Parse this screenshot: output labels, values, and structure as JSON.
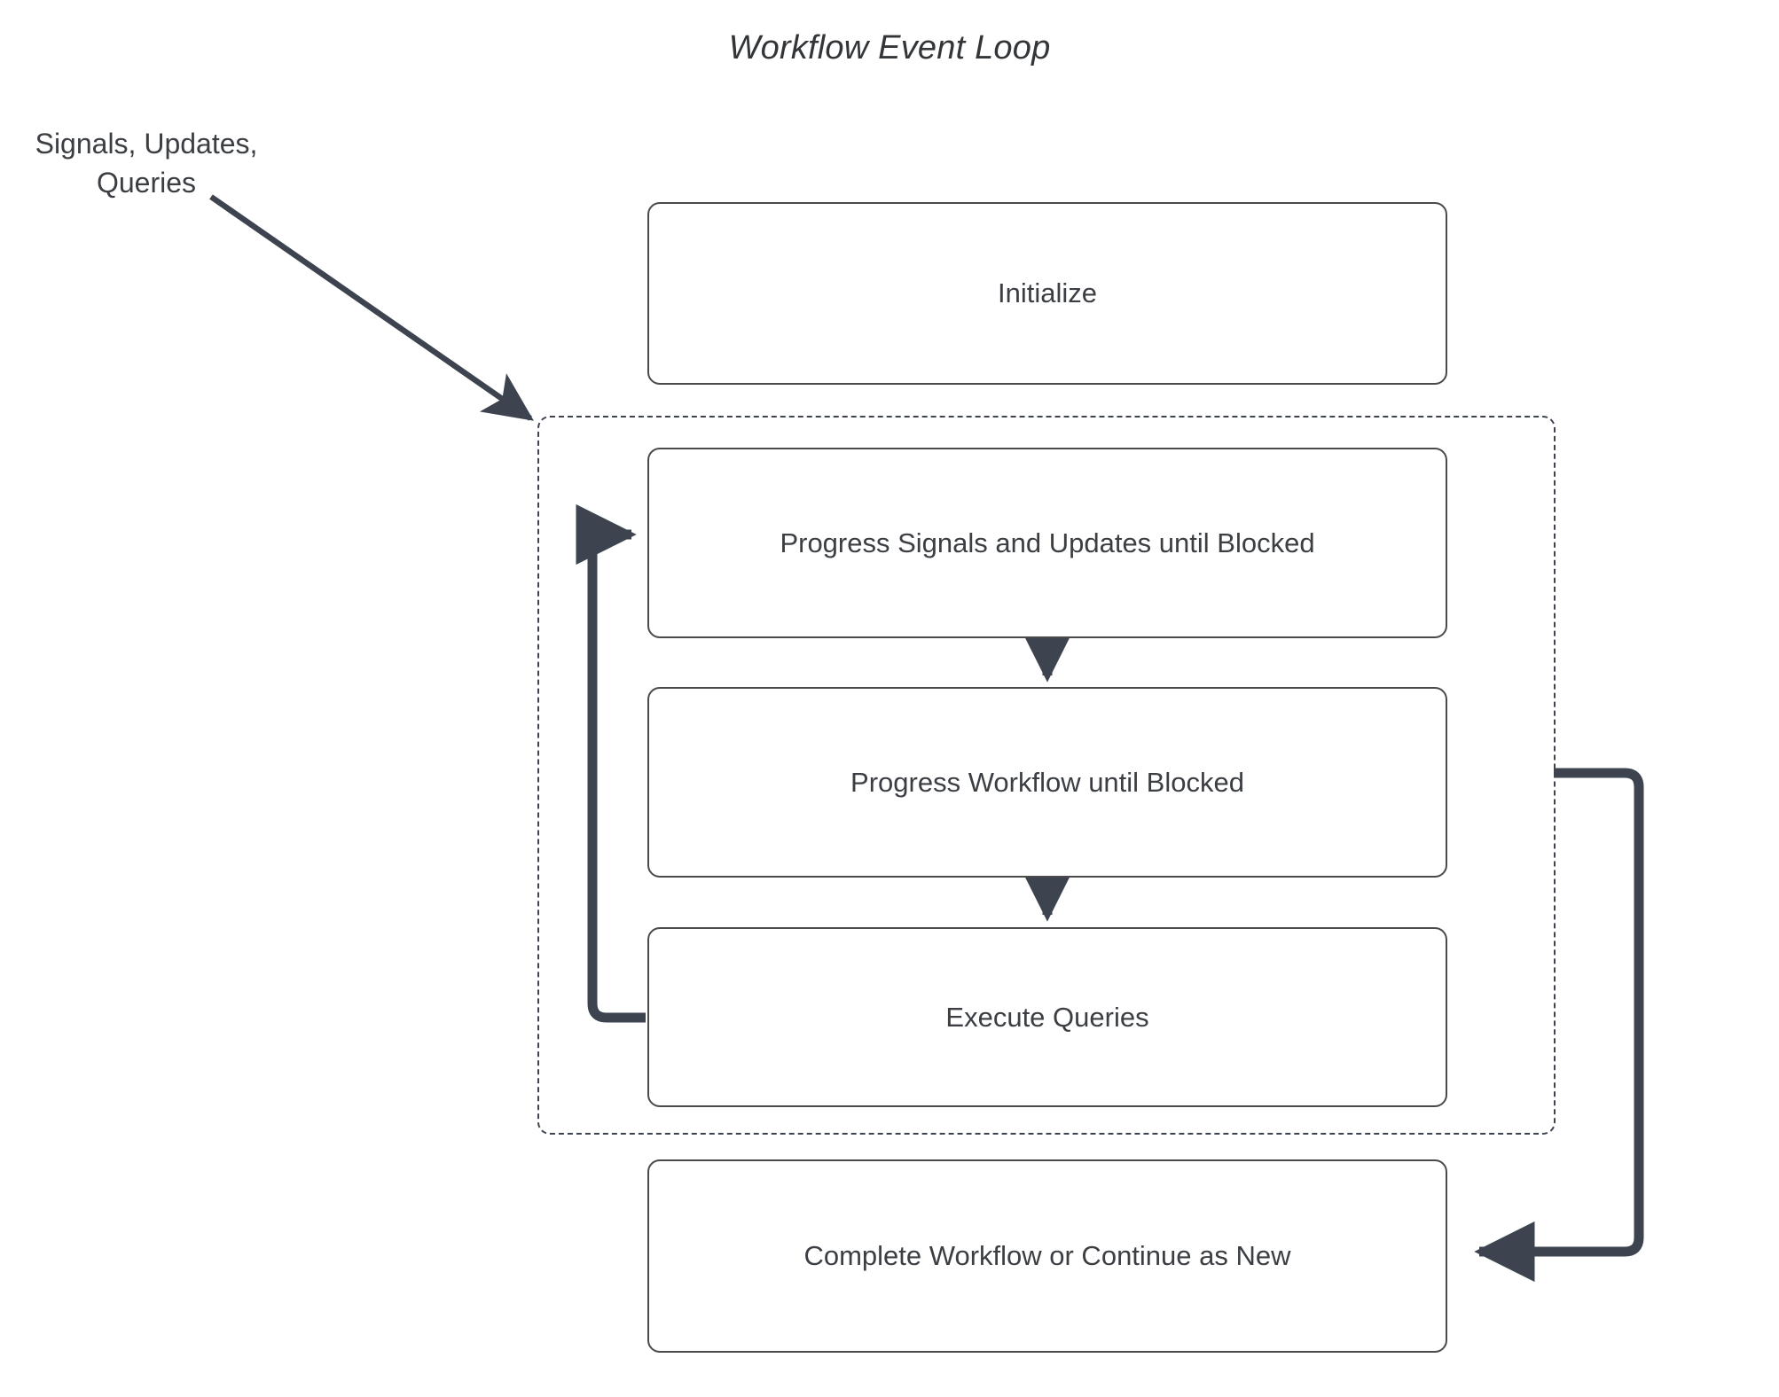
{
  "diagram": {
    "title": "Workflow Event Loop",
    "type": "flowchart",
    "background_color": "#ffffff",
    "node_border_color": "#4a4a4a",
    "edge_color": "#3d4450",
    "text_color": "#3b3f43",
    "loop_container": {
      "name": "event-loop-group",
      "border_style": "dashed",
      "label": ""
    },
    "external_inputs": [
      {
        "id": "external-inputs",
        "label_line_1": "Signals, Updates,",
        "label_line_2": "Queries"
      }
    ],
    "nodes": [
      {
        "id": "initialize",
        "label": "Initialize"
      },
      {
        "id": "progress-signals",
        "label": "Progress Signals and Updates until Blocked"
      },
      {
        "id": "progress-workflow",
        "label": "Progress Workflow until Blocked"
      },
      {
        "id": "execute-queries",
        "label": "Execute Queries"
      },
      {
        "id": "complete",
        "label": "Complete Workflow or Continue as New"
      }
    ],
    "edges": [
      {
        "id": "edge-external-to-loop",
        "from": "external-inputs",
        "to": "event-loop-group",
        "label": "",
        "style": "solid-arrow-diagonal"
      },
      {
        "id": "edge-signals-to-workflow",
        "from": "progress-signals",
        "to": "progress-workflow",
        "label": "",
        "style": "solid-arrow-down"
      },
      {
        "id": "edge-workflow-to-queries",
        "from": "progress-workflow",
        "to": "execute-queries",
        "label": "",
        "style": "solid-arrow-down"
      },
      {
        "id": "edge-queries-to-signals",
        "from": "execute-queries",
        "to": "progress-signals",
        "label": "",
        "style": "loop-back-left"
      },
      {
        "id": "edge-loop-to-complete",
        "from": "event-loop-group",
        "to": "complete",
        "label": "",
        "style": "loop-right-down"
      }
    ]
  }
}
